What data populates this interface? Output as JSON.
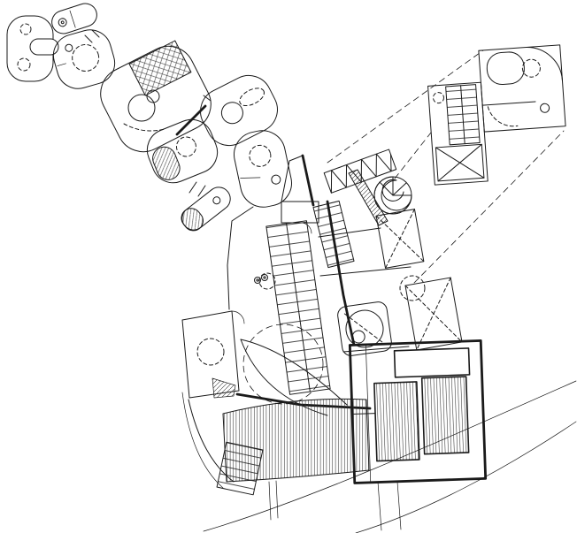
{
  "page": {
    "title": "Architectural floor plan — black-and-white line drawing",
    "background": "#ffffff",
    "ink": "#1a1a1a"
  },
  "figure": {
    "kind": "floor-plan",
    "regions": [
      "pod-room-cluster",
      "central-switchback-stair",
      "upper-stair",
      "spiral-stair",
      "truss-zigzag-band",
      "braced-rooms",
      "round-tub-room",
      "trapezoid-room",
      "detail-unit-upper-right",
      "projection-dashed-lines",
      "heavy-walled-lower-block",
      "hatched-terrace-deck",
      "lower-left-stair",
      "site-boundary-curves"
    ]
  }
}
